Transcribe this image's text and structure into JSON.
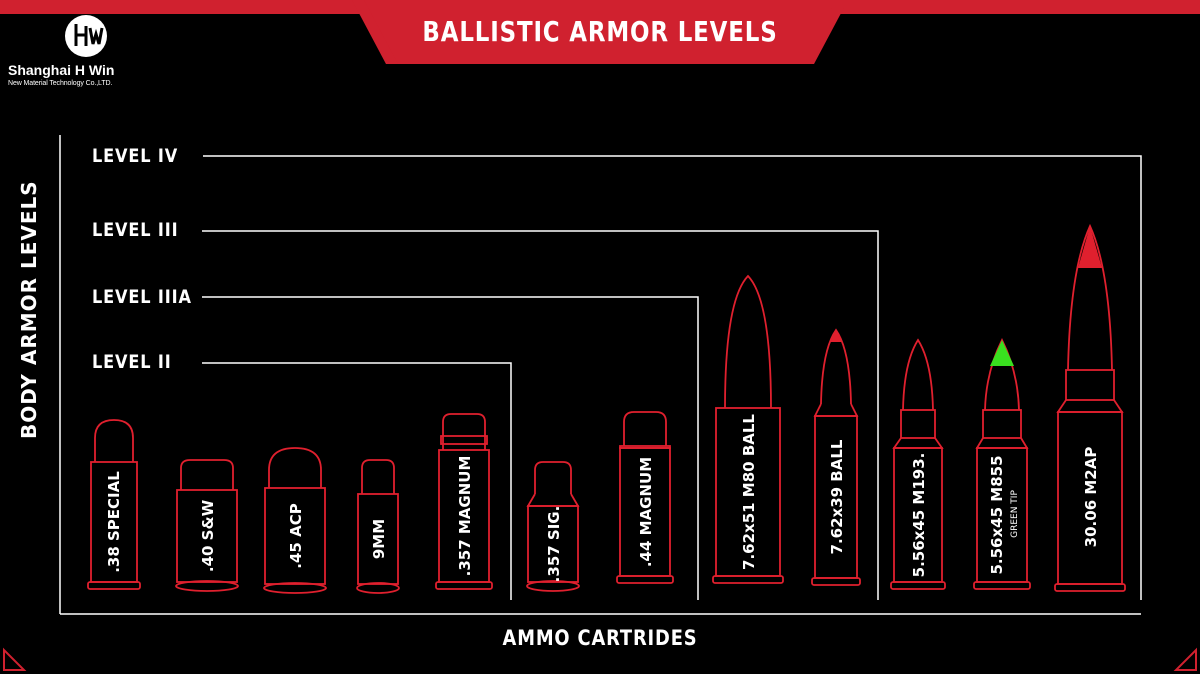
{
  "title": "BALLISTIC ARMOR LEVELS",
  "logo": {
    "mark": "HW",
    "name": "Shanghai H Win",
    "subtitle": "New Material Technology Co.,LTD."
  },
  "axis": {
    "y_label": "BODY ARMOR LEVELS",
    "x_label": "AMMO CARTRIDES"
  },
  "levels": [
    {
      "id": "level-iv",
      "label": "LEVEL IV"
    },
    {
      "id": "level-iii",
      "label": "LEVEL III"
    },
    {
      "id": "level-iiia",
      "label": "LEVEL IIIA"
    },
    {
      "id": "level-ii",
      "label": "LEVEL II"
    }
  ],
  "cartridges": [
    {
      "label": ".38 SPECIAL",
      "level": "LEVEL II",
      "tip": "round"
    },
    {
      "label": ".40 S&W",
      "level": "LEVEL II",
      "tip": "flat"
    },
    {
      "label": ".45 ACP",
      "level": "LEVEL II",
      "tip": "round"
    },
    {
      "label": "9MM",
      "level": "LEVEL II",
      "tip": "flat"
    },
    {
      "label": ".357 MAGNUM",
      "level": "LEVEL II",
      "tip": "flat"
    },
    {
      "label": ".357 SIG.",
      "level": "LEVEL IIIA",
      "tip": "flat"
    },
    {
      "label": ".44 MAGNUM",
      "level": "LEVEL IIIA",
      "tip": "flat"
    },
    {
      "label": "7.62x51 M80 BALL",
      "level": "LEVEL III",
      "tip": "pointed"
    },
    {
      "label": "7.62x39 BALL",
      "level": "LEVEL III",
      "tip": "pointed-red"
    },
    {
      "label": "5.56x45 M193.",
      "level": "LEVEL IV",
      "tip": "pointed"
    },
    {
      "label": "5.56x45 M855",
      "sublabel": "GREEN TIP",
      "level": "LEVEL IV",
      "tip": "pointed-green"
    },
    {
      "label": "30.06 M2AP",
      "level": "LEVEL IV",
      "tip": "pointed-red"
    }
  ],
  "colors": {
    "accent": "#d0212f",
    "outline": "#e0202e",
    "green_tip": "#39e01f",
    "lines": "#ffffff",
    "background": "#000000"
  }
}
